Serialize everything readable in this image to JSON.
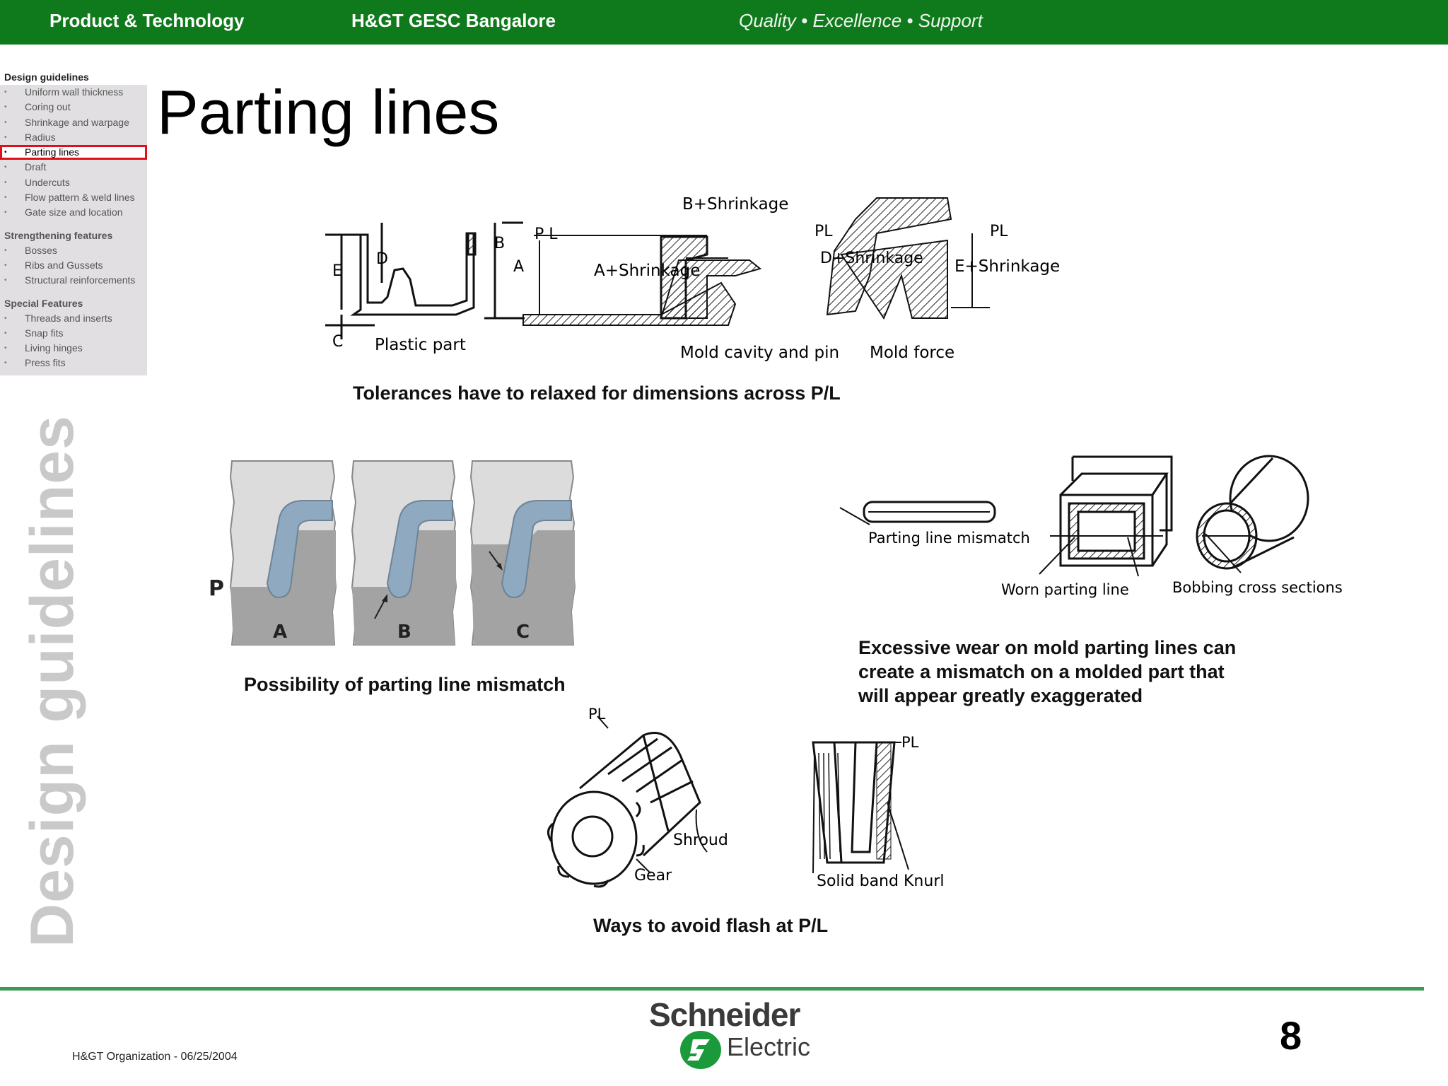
{
  "header": {
    "left": "Product & Technology",
    "center": "H&GT GESC Bangalore",
    "right": "Quality • Excellence • Support"
  },
  "sidebar": {
    "section1": {
      "title": "Design guidelines",
      "items": [
        "Uniform wall thickness",
        "Coring out",
        "Shrinkage and warpage",
        "Radius",
        "Parting lines",
        "Draft",
        "Undercuts",
        "Flow pattern & weld lines",
        "Gate size and location"
      ]
    },
    "section2": {
      "title": "Strengthening features",
      "items": [
        "Bosses",
        "Ribs and Gussets",
        "Structural reinforcements"
      ]
    },
    "section3": {
      "title": "Special Features",
      "items": [
        "Threads and inserts",
        "Snap fits",
        "Living hinges",
        "Press fits"
      ]
    },
    "active_item": "Parting lines",
    "active_color": "#e0101a"
  },
  "vertical_title": "Design guidelines",
  "page_title": "Parting lines",
  "fig1": {
    "plastic_labels": {
      "d": "D",
      "e": "E",
      "b": "B",
      "a": "A",
      "c": "C",
      "pl": "P L",
      "caption": "Plastic part"
    },
    "mold_labels": {
      "b_shrink": "B+Shrinkage",
      "pl_left": "PL",
      "d_shrink": "D+Shrinkage",
      "a_shrink": "A+Shrinkage",
      "e_shrink": "E+Shrinkage",
      "pl_right": "PL",
      "cavity": "Mold cavity and pin",
      "force": "Mold force"
    },
    "caption": "Tolerances have to relaxed for dimensions across P/L"
  },
  "fig2": {
    "panels": [
      "A",
      "B",
      "C"
    ],
    "side_label": "P",
    "caption": "Possibility of parting line mismatch"
  },
  "fig3": {
    "labels": {
      "mismatch": "Parting line mismatch",
      "worn": "Worn parting line",
      "bobbing": "Bobbing cross sections"
    },
    "caption_lines": [
      "Excessive wear on mold parting lines can",
      "create a mismatch on a molded part that",
      "will appear greatly exaggerated"
    ]
  },
  "fig4": {
    "labels": {
      "pl_gear": "PL",
      "shroud": "Shroud",
      "gear": "Gear",
      "pl_knurl": "PL",
      "solid_band": "Solid band",
      "knurl": "Knurl"
    },
    "caption": "Ways to avoid flash at P/L"
  },
  "footer": {
    "note": "H&GT Organization - 06/25/2004",
    "logo_line1": "Schneider",
    "logo_line2": "Electric",
    "page_number": "8",
    "line_color": "#3d9a56"
  },
  "colors": {
    "header_green": "#0f7a1b",
    "sidebar_bg": "#e1dfe2",
    "channel_blue": "#8fa9c1"
  }
}
